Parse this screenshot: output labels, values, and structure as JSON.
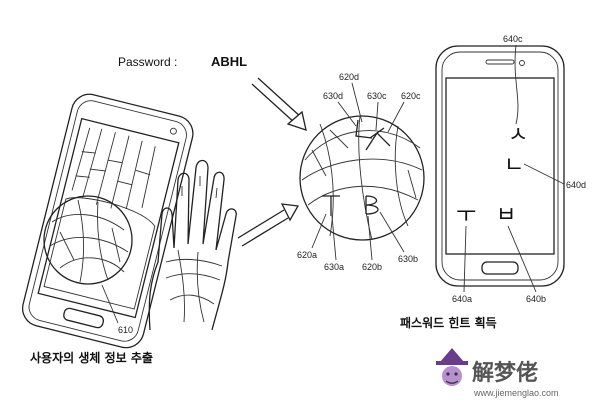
{
  "password": {
    "label": "Password :",
    "value": "ABHL"
  },
  "captions": {
    "left": "사용자의 생체 정보 추출",
    "right": "패스워드 힌트 획득"
  },
  "labels": {
    "l610": "610",
    "l620a": "620a",
    "l620b": "620b",
    "l620c": "620c",
    "l620d": "620d",
    "l630a": "630a",
    "l630b": "630b",
    "l630c": "630c",
    "l630d": "630d",
    "l640a": "640a",
    "l640b": "640b",
    "l640c": "640c",
    "l640d": "640d"
  },
  "hint_glyphs": {
    "a": "ㅜ",
    "b": "ㅂ",
    "c": "ㅅ",
    "d": "ㄴ"
  },
  "watermark": {
    "brand": "解梦佬",
    "url": "www.jiemenglao.com"
  }
}
